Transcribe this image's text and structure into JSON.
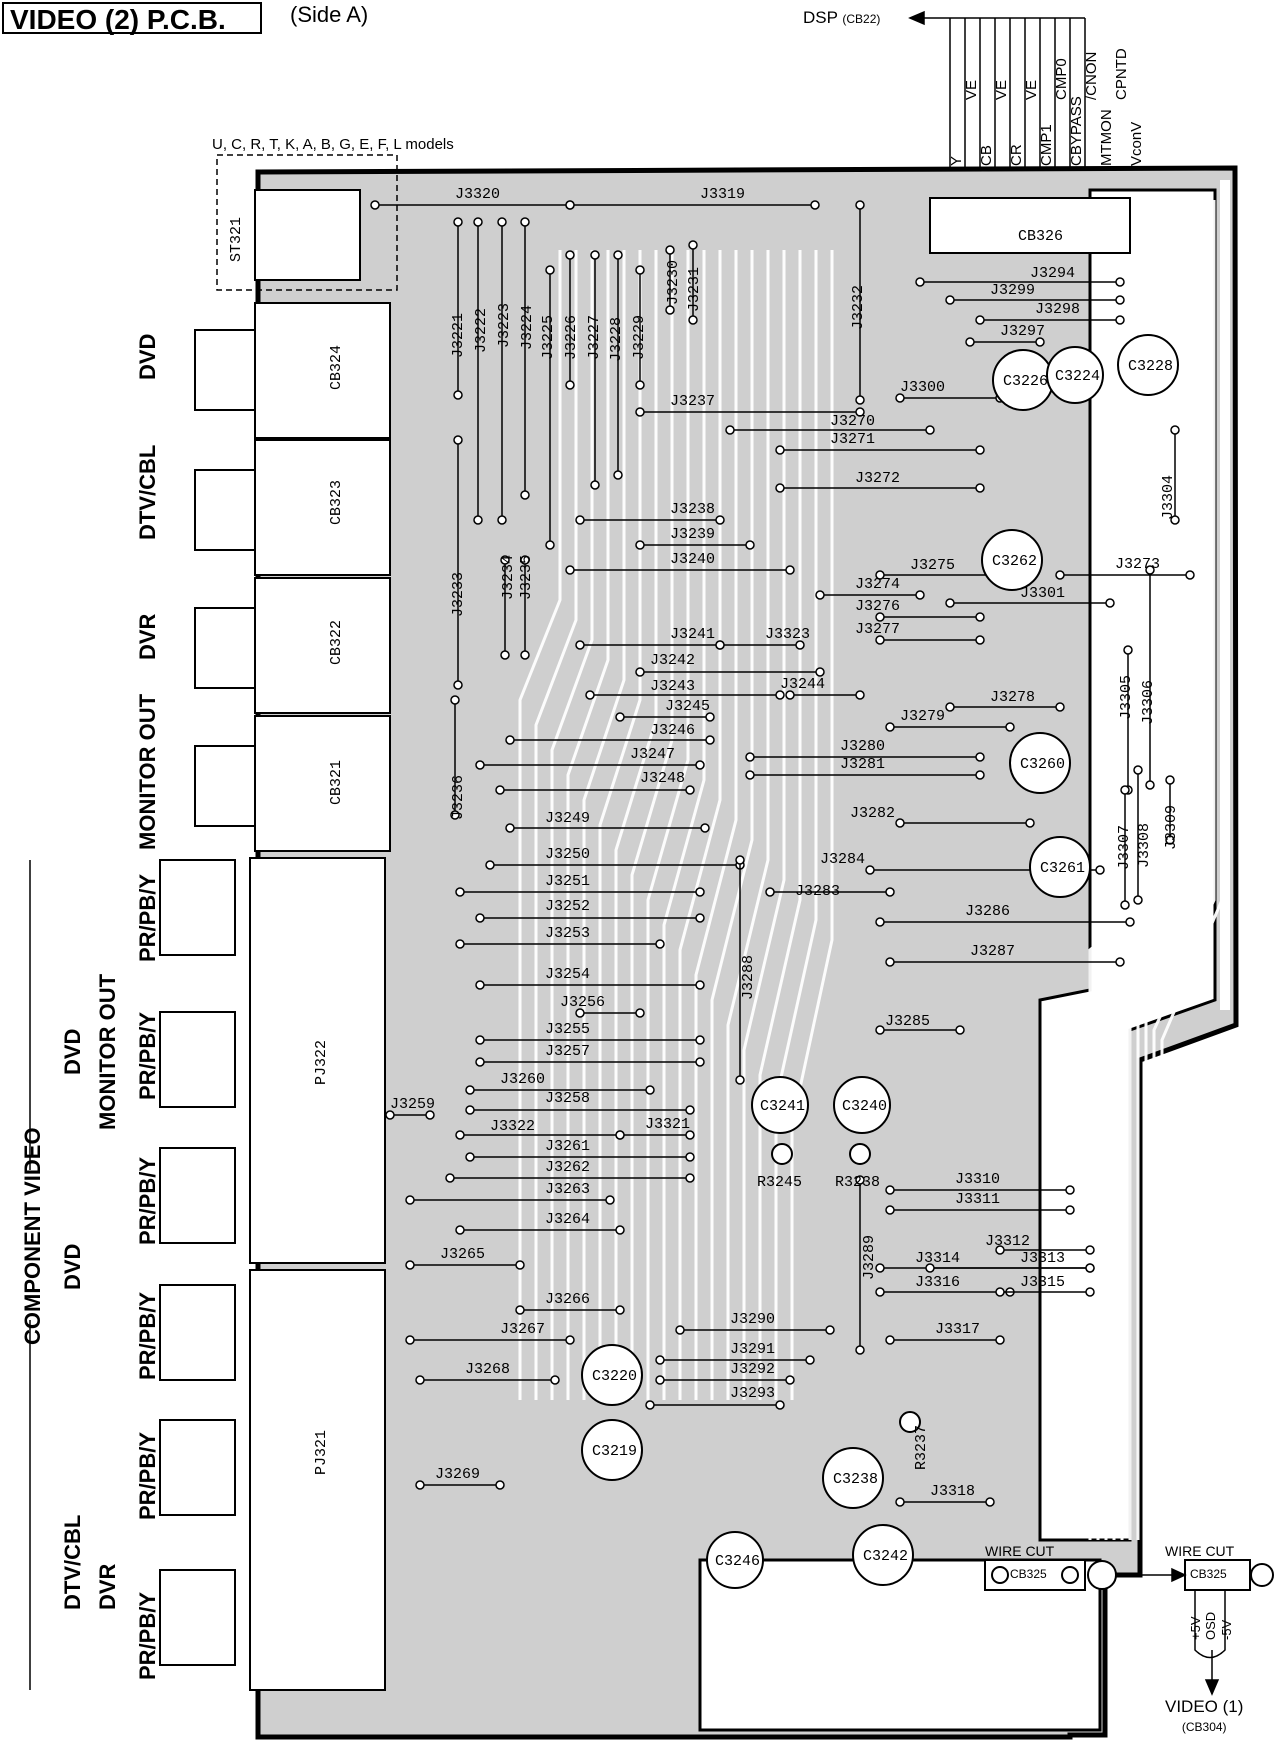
{
  "header": {
    "title": "VIDEO (2) P.C.B.",
    "subtitle": "(Side A)"
  },
  "models_note": "U, C, R, T, K, A, B, G, E, F, L models",
  "connectors": {
    "dsp": {
      "label": "DSP",
      "ref": "(CB22)"
    },
    "video1": {
      "label": "VIDEO (1)",
      "ref": "(CB304)"
    },
    "dsp_signals": [
      "Y",
      "CB",
      "CR",
      "CMP1",
      "CBYPASS",
      "MTMON",
      "VconV"
    ],
    "dsp_signals_top": [
      "VE",
      "VE",
      "VE",
      "CMP0",
      "/CNON",
      "CPNTD"
    ],
    "wire_cut_left": "WIRE CUT",
    "wire_cut_right": "WIRE CUT",
    "cb325_left": "CB325",
    "cb325_right": "CB325",
    "power": [
      "+5V",
      "OSD",
      "-5V"
    ]
  },
  "side_labels": {
    "dvd": "DVD",
    "dtv_cbl": "DTV/CBL",
    "dvr": "DVR",
    "monitor_out": "MONITOR OUT",
    "pr_pb_y": "PR/PB/Y",
    "dvd_monitor_out_1": "DVD",
    "dvd_monitor_out_2": "MONITOR OUT",
    "component_video": "COMPONENT VIDEO",
    "dvd2": "DVD",
    "dtv_cbl2": "DTV/CBL",
    "dvr2": "DVR"
  },
  "parts": {
    "jumpers_h": [
      "J3320",
      "J3319",
      "J3294",
      "J3299",
      "J3298",
      "J3297",
      "J3300",
      "J3237",
      "J3270",
      "J3271",
      "J3272",
      "J3238",
      "J3239",
      "J3240",
      "J3275",
      "J3273",
      "J3274",
      "J3301",
      "J3276",
      "J3277",
      "J3241",
      "J3323",
      "J3242",
      "J3244",
      "J3243",
      "J3245",
      "J3278",
      "J3279",
      "J3246",
      "J3280",
      "J3247",
      "J3281",
      "J3248",
      "J3249",
      "J3282",
      "J3250",
      "J3284",
      "J3251",
      "J3283",
      "J3252",
      "J3286",
      "J3253",
      "J3287",
      "J3254",
      "J3256",
      "J3285",
      "J3255",
      "J3257",
      "J3260",
      "J3259",
      "J3258",
      "J3322",
      "J3321",
      "J3261",
      "J3262",
      "J3310",
      "J3263",
      "J3311",
      "J3264",
      "J3312",
      "J3265",
      "J3314",
      "J3313",
      "J3266",
      "J3316",
      "J3315",
      "J3267",
      "J3290",
      "J3317",
      "J3291",
      "J3268",
      "J3292",
      "J3293",
      "J3269",
      "J3318"
    ],
    "jumpers_v": [
      "J3221",
      "J3222",
      "J3223",
      "J3224",
      "J3225",
      "J3226",
      "J3227",
      "J3228",
      "J3229",
      "J3230",
      "J3231",
      "J3232",
      "J3233",
      "J3234",
      "J3235",
      "J3236",
      "J3288",
      "J3289",
      "J3304",
      "J3305",
      "J3306",
      "J3307",
      "J3308",
      "J3309"
    ],
    "capacitors": [
      "C3226",
      "C3224",
      "C3228",
      "C3262",
      "C3260",
      "C3261",
      "C3241",
      "C3240",
      "C3220",
      "C3219",
      "C3238",
      "C3246",
      "C3242"
    ],
    "resistors": [
      "R3245",
      "R3238",
      "R3237"
    ],
    "boards": [
      "CB326",
      "CB324",
      "CB323",
      "CB322",
      "CB321",
      "ST321",
      "PJ322",
      "PJ321"
    ]
  }
}
